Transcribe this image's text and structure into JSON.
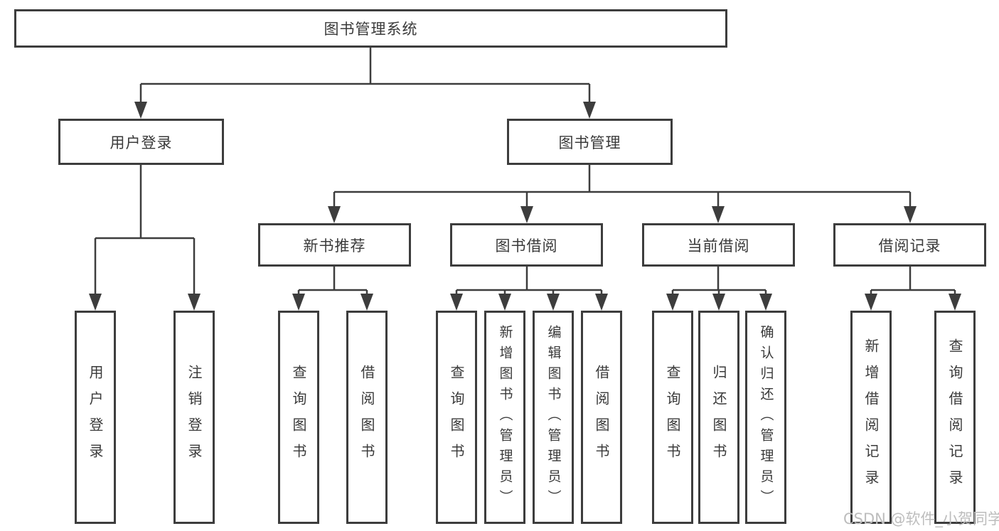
{
  "title": "图书管理系统",
  "watermark": "CSDN @软件_小贺同学",
  "colors": {
    "background": "#ffffff",
    "line": "#3d3d3d",
    "box_border": "#3d3d3d",
    "text": "#3a3a3a",
    "watermark": "#bdbdbd"
  },
  "tree": {
    "label": "图书管理系统",
    "children": [
      {
        "label": "用户登录",
        "children": [
          {
            "label": "用户登录"
          },
          {
            "label": "注销登录"
          }
        ]
      },
      {
        "label": "图书管理",
        "children": [
          {
            "label": "新书推荐",
            "children": [
              {
                "label": "查询图书"
              },
              {
                "label": "借阅图书"
              }
            ]
          },
          {
            "label": "图书借阅",
            "children": [
              {
                "label": "查询图书"
              },
              {
                "label": "新增图书（管理员）"
              },
              {
                "label": "编辑图书（管理员）"
              },
              {
                "label": "借阅图书"
              }
            ]
          },
          {
            "label": "当前借阅",
            "children": [
              {
                "label": "查询图书"
              },
              {
                "label": "归还图书"
              },
              {
                "label": "确认归还（管理员）"
              }
            ]
          },
          {
            "label": "借阅记录",
            "children": [
              {
                "label": "新增借阅记录"
              },
              {
                "label": "查询借阅记录"
              }
            ]
          }
        ]
      }
    ]
  }
}
